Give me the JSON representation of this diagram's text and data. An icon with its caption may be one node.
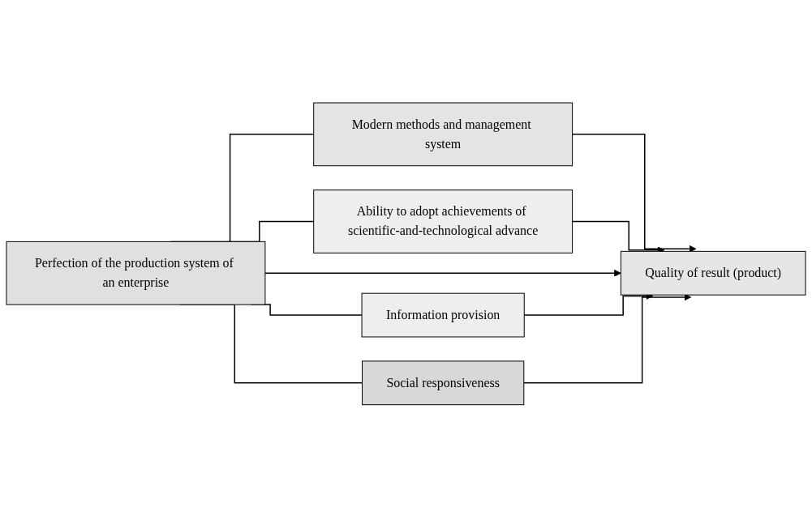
{
  "diagram": {
    "nodes": [
      {
        "text": [
          "Modern methods and management system"
        ]
      },
      {
        "text": [
          "Ability to adopt achievements of scientific-and-technological advance"
        ]
      },
      {
        "text": [
          "Perfection of the production system of an enterprise"
        ]
      },
      {
        "text": [
          "Quality of result (product)"
        ]
      },
      {
        "text": [
          "Information provision"
        ]
      },
      {
        "text": [
          "Social responsiveness"
        ]
      }
    ],
    "edges": [
      {
        "from": 2,
        "to": 0,
        "arrow": "none"
      },
      {
        "from": 0,
        "to": 3,
        "arrow": "to"
      },
      {
        "from": 2,
        "to": 1,
        "arrow": "none"
      },
      {
        "from": 1,
        "to": 3,
        "arrow": "to"
      },
      {
        "from": 2,
        "to": 3,
        "arrow": "to"
      },
      {
        "from": 2,
        "to": 4,
        "arrow": "none"
      },
      {
        "from": 4,
        "to": 3,
        "arrow": "to"
      },
      {
        "from": 2,
        "to": 5,
        "arrow": "none"
      },
      {
        "from": 5,
        "to": 3,
        "arrow": "to"
      }
    ]
  }
}
